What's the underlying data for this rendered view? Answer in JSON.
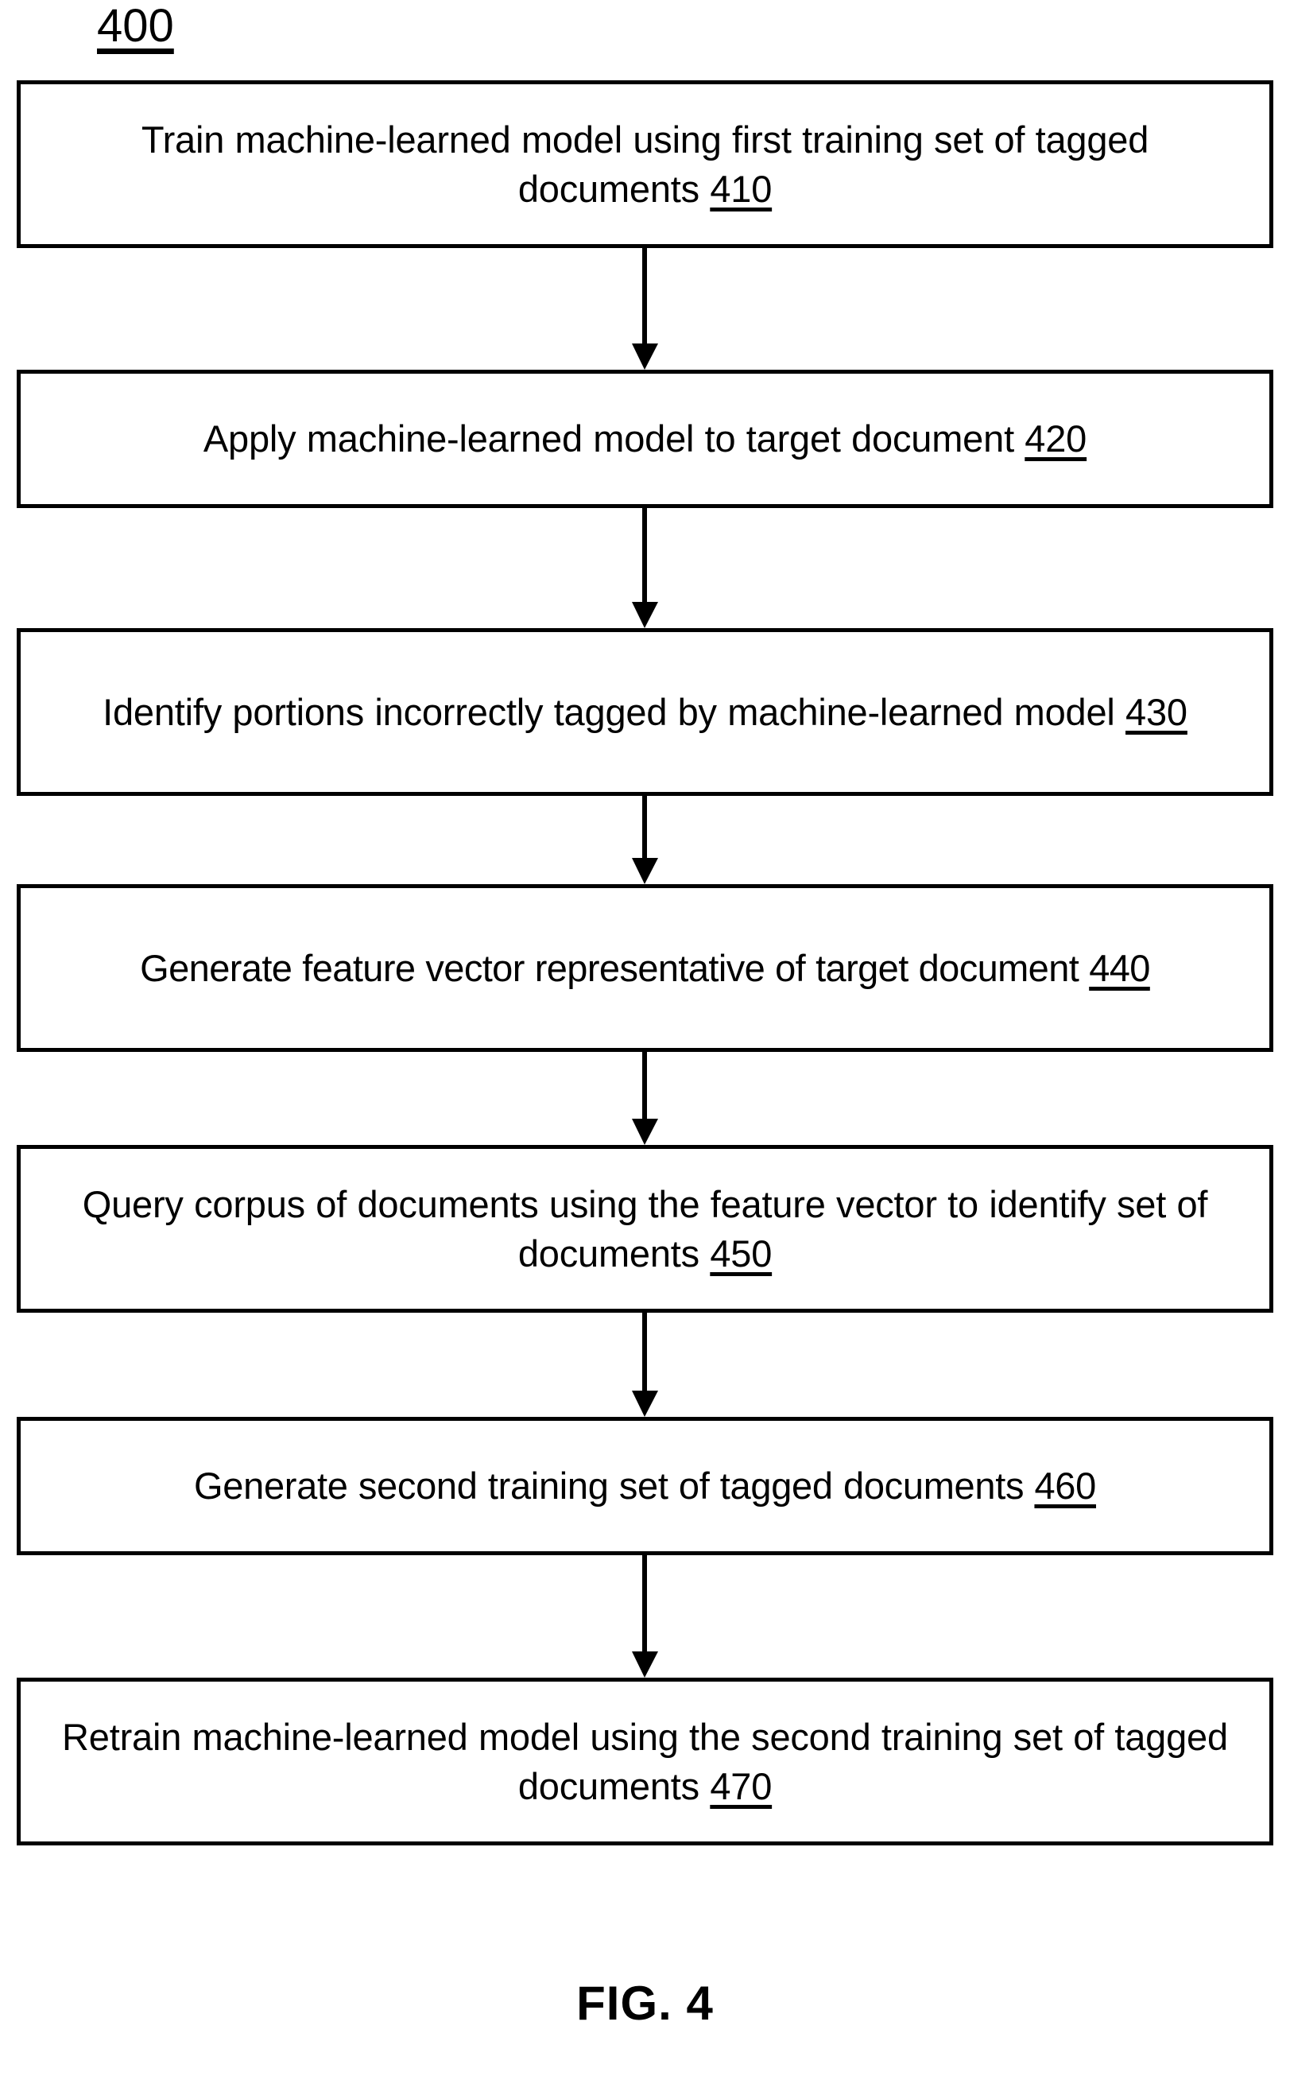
{
  "figure": {
    "reference_number": "400",
    "caption": "FIG. 4",
    "line_color": "#000000",
    "background_color": "#ffffff"
  },
  "steps": [
    {
      "id": "step-410",
      "text": "Train machine-learned model using first training set of tagged documents ",
      "ref": "410",
      "lines": 2
    },
    {
      "id": "step-420",
      "text": "Apply machine-learned model to target document ",
      "ref": "420",
      "lines": 1
    },
    {
      "id": "step-430",
      "text": "Identify portions incorrectly tagged by machine-learned model ",
      "ref": "430",
      "lines": 2
    },
    {
      "id": "step-440",
      "text": "Generate feature vector representative of target document ",
      "ref": "440",
      "lines": 2
    },
    {
      "id": "step-450",
      "text": "Query corpus of documents using the feature vector to identify set of documents ",
      "ref": "450",
      "lines": 2
    },
    {
      "id": "step-460",
      "text": "Generate second training set of tagged documents ",
      "ref": "460",
      "lines": 1
    },
    {
      "id": "step-470",
      "text": "Retrain machine-learned model using the second training set of tagged documents ",
      "ref": "470",
      "lines": 2
    }
  ],
  "connectors": [
    {
      "id": "arrow-410-420",
      "from": "step-410",
      "to": "step-420"
    },
    {
      "id": "arrow-420-430",
      "from": "step-420",
      "to": "step-430"
    },
    {
      "id": "arrow-430-440",
      "from": "step-430",
      "to": "step-440"
    },
    {
      "id": "arrow-440-450",
      "from": "step-440",
      "to": "step-450"
    },
    {
      "id": "arrow-450-460",
      "from": "step-450",
      "to": "step-460"
    },
    {
      "id": "arrow-460-470",
      "from": "step-460",
      "to": "step-470"
    }
  ]
}
